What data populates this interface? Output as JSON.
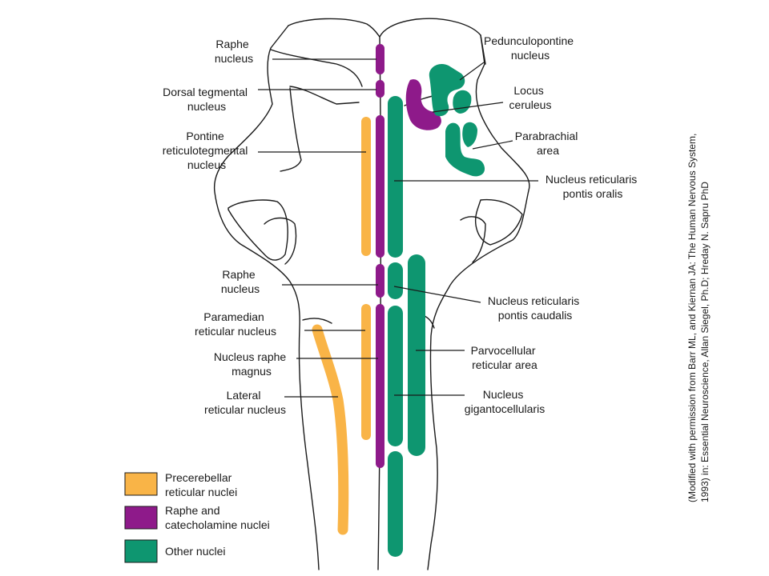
{
  "colors": {
    "precerebellar": "#F9B447",
    "raphe": "#8E1A8A",
    "other": "#0E9670",
    "outline": "#1a1a1a",
    "background": "#ffffff"
  },
  "labels": {
    "raphe_top": [
      "Raphe",
      "nucleus"
    ],
    "dorsal_tegmental": [
      "Dorsal tegmental",
      "nucleus"
    ],
    "pontine_reticulotegmental": [
      "Pontine",
      "reticulotegmental",
      "nucleus"
    ],
    "raphe_mid": [
      "Raphe",
      "nucleus"
    ],
    "paramedian": [
      "Paramedian",
      "reticular nucleus"
    ],
    "raphe_magnus": [
      "Nucleus raphe",
      "magnus"
    ],
    "lateral_reticular": [
      "Lateral",
      "reticular nucleus"
    ],
    "pedunculopontine": [
      "Pedunculopontine",
      "nucleus"
    ],
    "locus_ceruleus": [
      "Locus",
      "ceruleus"
    ],
    "parabrachial": [
      "Parabrachial",
      "area"
    ],
    "pontis_oralis": [
      "Nucleus reticularis",
      "pontis oralis"
    ],
    "pontis_caudalis": [
      "Nucleus reticularis",
      "pontis caudalis"
    ],
    "parvocellular": [
      "Parvocellular",
      "reticular area"
    ],
    "gigantocellularis": [
      "Nucleus",
      "gigantocellularis"
    ]
  },
  "legend": [
    {
      "label": [
        "Precerebellar",
        "reticular nuclei"
      ],
      "color": "#F9B447"
    },
    {
      "label": [
        "Raphe and",
        "catecholamine nuclei"
      ],
      "color": "#8E1A8A"
    },
    {
      "label": [
        "Other nuclei"
      ],
      "color": "#0E9670"
    }
  ],
  "citation": [
    "(Modified with permission from Barr ML, and Kiernan JA: The Human Nervous System,",
    "1993)  in: Essential Neuroscience,  Allan Siegel, Ph.D; Hreday N. Sapru PhD"
  ]
}
